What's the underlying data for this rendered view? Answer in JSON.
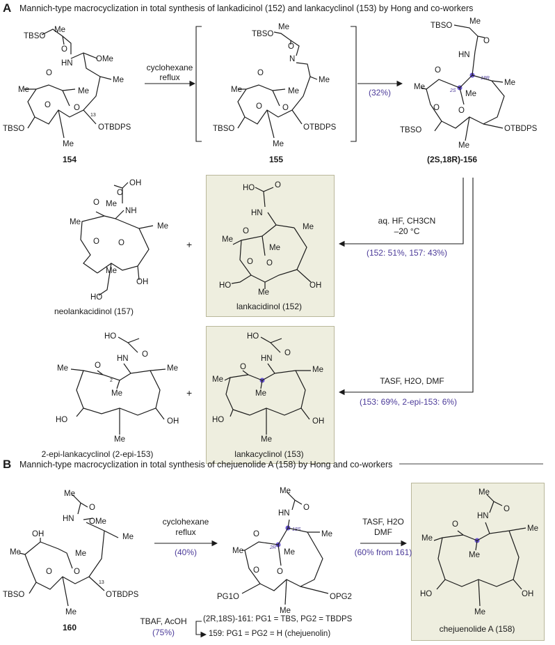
{
  "panels": {
    "a": {
      "letter": "A",
      "title": "Mannich-type macrocyclization in total synthesis of lankadicinol (152) and lankacyclinol (153) by Hong and co-workers"
    },
    "b": {
      "letter": "B",
      "title": "Mannich-type macrocyclization in total synthesis of chejuenolide A (158) by Hong and co-workers"
    }
  },
  "compounds": {
    "c154": "154",
    "c155": "155",
    "c156": "(2S,18R)-156",
    "c157": "neolankacidinol (157)",
    "c152": "lankacidinol (152)",
    "c2epi153": "2-epi-lankacyclinol (2-epi-153)",
    "c153": "lankacyclinol (153)",
    "c160": "160",
    "c158": "chejuenolide A (158)"
  },
  "conditions": {
    "a1_line1": "cyclohexane",
    "a1_line2": "reflux",
    "a2_yield": "(32%)",
    "a3_line1": "aq. HF, CH3CN",
    "a3_line2": "–20 °C",
    "a3_yield": "(152: 51%, 157: 43%)",
    "a4_line1": "TASF, H2O, DMF",
    "a4_yield": "(153: 69%, 2-epi-153: 6%)",
    "b1_line1": "cyclohexane",
    "b1_line2": "reflux",
    "b1_yield": "(40%)",
    "b2_line1": "TASF, H2O",
    "b2_line2": "DMF",
    "b2_yield": "(60% from 161)",
    "b3_line1": "TBAF, AcOH",
    "b3_yield": "(75%)",
    "b3_product1": "(2R,18S)-161: PG1 = TBS, PG2 = TBDPS",
    "b3_product2": "159: PG1 = PG2 = H (chejuenolin)"
  },
  "plus_sign": "+",
  "atoms": {
    "tbso": "TBSO",
    "otbdps": "OTBDPS",
    "me": "Me",
    "o": "O",
    "hn": "HN",
    "nh": "NH",
    "n": "N",
    "ome": "OMe",
    "oh": "OH",
    "ho": "HO",
    "pg1o": "PG1O",
    "opg2": "OPG2",
    "c13": "13",
    "c2": "2",
    "s18r": "18R",
    "s2s": "2S",
    "s18s": "18S",
    "s2r": "2R"
  },
  "colors": {
    "highlight": "#eeeedf",
    "yield_text": "#4b3a99",
    "stereo_dot": "#6a55d1",
    "divider": "#a0a0a0"
  }
}
